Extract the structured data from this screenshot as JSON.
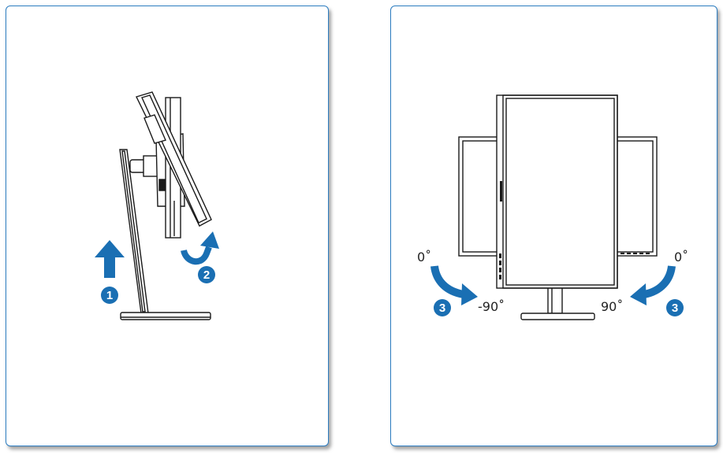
{
  "colors": {
    "frame": "#2b7cc0",
    "arrow": "#1a6fb3",
    "line": "#1a1a1a"
  },
  "steps": {
    "one": "1",
    "two": "2",
    "three": "3"
  },
  "angles": {
    "left_start": "0˚",
    "left_end": "-90˚",
    "right_start": "0˚",
    "right_end": "90˚"
  }
}
